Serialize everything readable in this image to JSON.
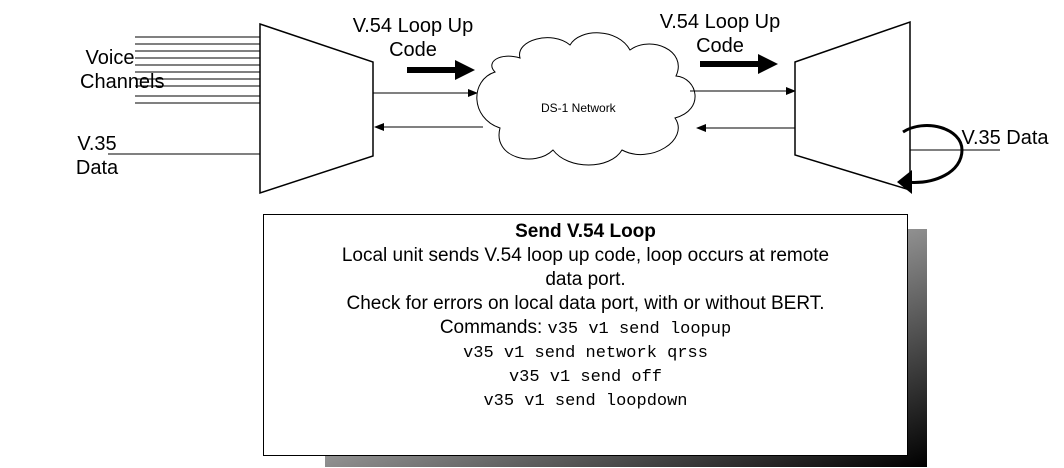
{
  "labels": {
    "voice_channels_l1": "Voice",
    "voice_channels_l2": "Channels",
    "local_data_l1": "V.35",
    "local_data_l2": "Data",
    "loop_code_left_l1": "V.54 Loop Up",
    "loop_code_left_l2": "Code",
    "loop_code_right_l1": "V.54 Loop Up",
    "loop_code_right_l2": "Code",
    "network": "DS-1 Network",
    "remote_data": "V.35 Data"
  },
  "infobox": {
    "title": "Send V.54 Loop",
    "desc_line1": "Local unit sends V.54 loop up code, loop occurs at remote",
    "desc_line2": "data port.",
    "desc_line3": "Check for errors on local data port, with or without BERT.",
    "commands_label": "Commands:",
    "commands": [
      "v35 v1 send loopup",
      "v35 v1 send network qrss",
      "v35 v1 send off",
      "v35 v1 send loopdown"
    ]
  }
}
